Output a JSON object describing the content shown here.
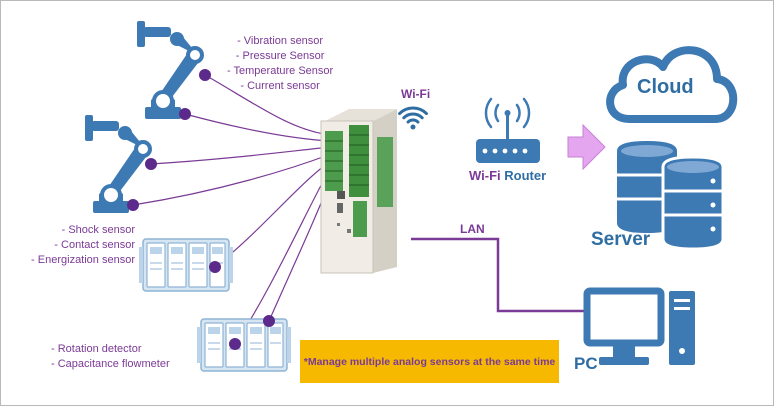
{
  "colors": {
    "line": "#7a3a95",
    "accent_blue": "#3d79b3",
    "note_bg": "#f7b900",
    "device_body": "#f1ede6",
    "terminal_green": "#3f8f3f",
    "arrow_fill": "#e4a7ef"
  },
  "labels": {
    "sensors_group1": [
      "- Vibration sensor",
      "- Pressure Sensor",
      "- Temperature Sensor",
      "- Current sensor"
    ],
    "sensors_group2": [
      "- Shock sensor",
      "- Contact sensor",
      "- Energization sensor"
    ],
    "sensors_group3": [
      "- Rotation detector",
      "- Capacitance flowmeter"
    ],
    "wifi": "Wi-Fi",
    "router_wifi": "Wi-Fi",
    "router": "Router",
    "lan": "LAN",
    "cloud": "Cloud",
    "server": "Server",
    "pc": "PC",
    "note": "*Manage multiple analog sensors at the same time"
  },
  "icons": {
    "robot_arm": "robot-arm-icon",
    "plc_module": "plc-module-icon",
    "wifi_signal": "wifi-signal-icon",
    "router": "router-icon",
    "cloud": "cloud-icon",
    "server": "server-stack-icon",
    "pc": "desktop-pc-icon",
    "arrow": "right-arrow-icon"
  }
}
